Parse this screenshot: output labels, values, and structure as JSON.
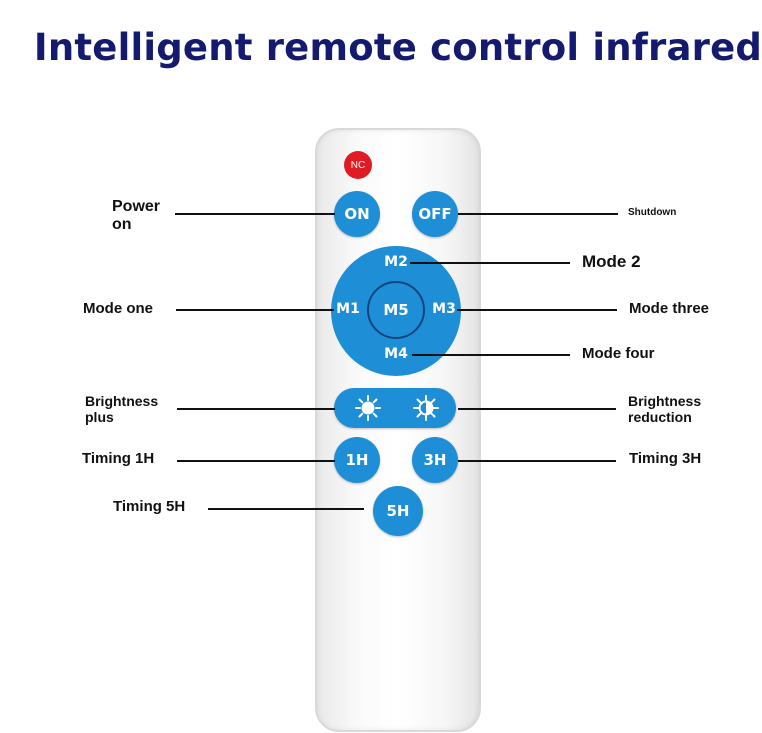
{
  "title": "Intelligent remote control infrared",
  "colors": {
    "title": "#141a6e",
    "button": "#1e8fd6",
    "nc": "#e01b24",
    "remote": "#f5f5f5"
  },
  "remote": {
    "nc": "NC",
    "on": "ON",
    "off": "OFF",
    "m1": "M1",
    "m2": "M2",
    "m3": "M3",
    "m4": "M4",
    "m5": "M5",
    "bright_plus_icon": "sun-icon",
    "bright_minus_icon": "half-sun-icon",
    "t1": "1H",
    "t3": "3H",
    "t5": "5H"
  },
  "labels": {
    "power_on_1": "Power",
    "power_on_2": "on",
    "shutdown": "Shutdown",
    "mode_2": "Mode 2",
    "mode_one": "Mode one",
    "mode_three": "Mode three",
    "mode_four": "Mode four",
    "brightness_plus_1": "Brightness",
    "brightness_plus_2": "plus",
    "brightness_reduction_1": "Brightness",
    "brightness_reduction_2": "reduction",
    "timing_1h": "Timing 1H",
    "timing_3h": "Timing 3H",
    "timing_5h": "Timing 5H"
  }
}
